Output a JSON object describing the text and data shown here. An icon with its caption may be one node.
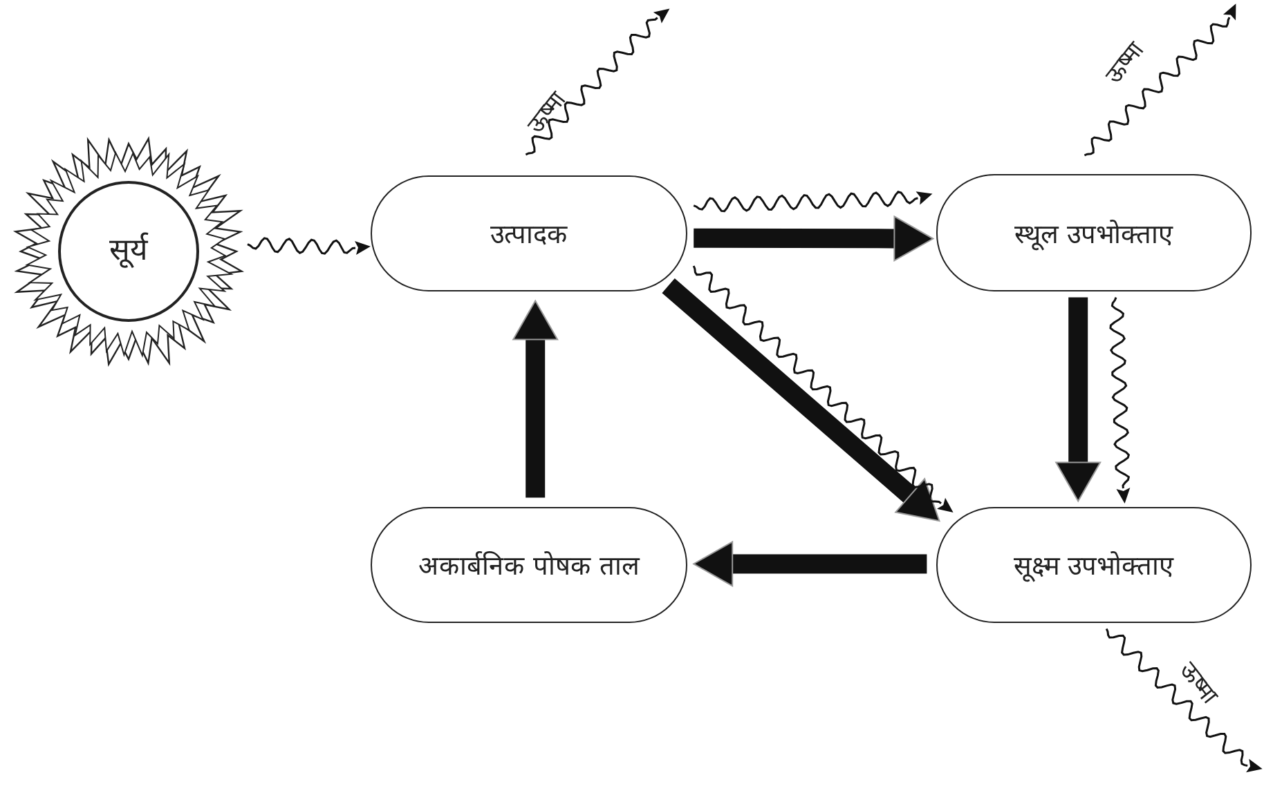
{
  "diagram": {
    "nodes": [
      {
        "text": [
          "सूर्य"
        ]
      },
      {
        "text": [
          "उत्पादक"
        ]
      },
      {
        "text": [
          "स्थूल उपभोक्ताए"
        ]
      },
      {
        "text": [
          "सूक्ष्म उपभोक्ताए"
        ]
      },
      {
        "text": [
          "अकार्बनिक पोषक ताल"
        ]
      }
    ],
    "edges": [
      {
        "from": 0,
        "to": 1,
        "arrow": "to"
      },
      {
        "from": 1,
        "to": 2,
        "arrow": "to",
        "style": "thick"
      },
      {
        "from": 1,
        "to": 2,
        "arrow": "to"
      },
      {
        "from": 1,
        "to": 3,
        "arrow": "to",
        "style": "thick"
      },
      {
        "from": 1,
        "to": 3,
        "arrow": "to"
      },
      {
        "from": 2,
        "to": 3,
        "arrow": "to",
        "style": "thick"
      },
      {
        "from": 2,
        "to": 3,
        "arrow": "to"
      },
      {
        "from": 3,
        "to": 4,
        "arrow": "to",
        "style": "thick"
      },
      {
        "from": 4,
        "to": 1,
        "arrow": "to",
        "style": "thick"
      },
      {
        "from": 1,
        "to": null,
        "arrow": "to",
        "label": "ऊष्मा"
      },
      {
        "from": 2,
        "to": null,
        "arrow": "to",
        "label": "ऊष्मा"
      },
      {
        "from": 3,
        "to": null,
        "arrow": "to",
        "label": "ऊष्मा"
      }
    ]
  }
}
